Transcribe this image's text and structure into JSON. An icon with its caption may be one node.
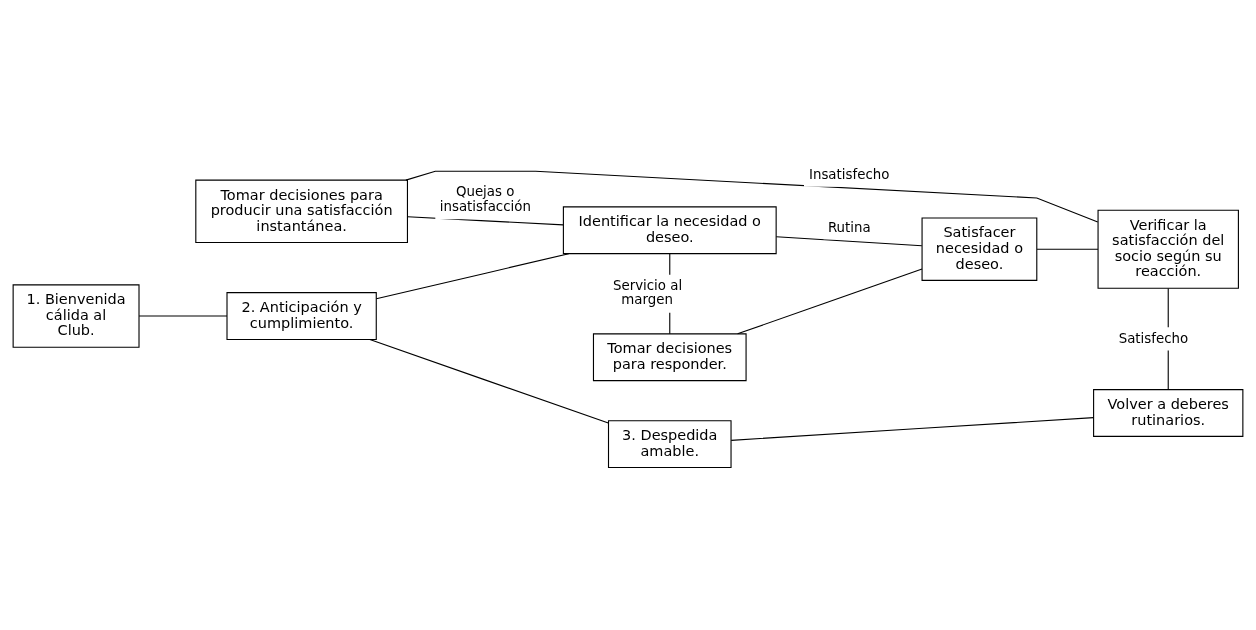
{
  "diagram": {
    "nodes": [
      {
        "text": [
          "1. Bienvenida cálida al Club."
        ]
      },
      {
        "text": [
          "Tomar decisiones para producir una satisfacción instantánea."
        ]
      },
      {
        "text": [
          "2. Anticipación y cumplimiento."
        ]
      },
      {
        "text": [
          "Identificar la necesidad o deseo."
        ]
      },
      {
        "text": [
          "Satisfacer necesidad o deseo."
        ]
      },
      {
        "text": [
          "Verificar la satisfacción del socio según su reacción."
        ]
      },
      {
        "text": [
          "Tomar decisiones para responder."
        ]
      },
      {
        "text": [
          "Volver a deberes rutinarios."
        ]
      },
      {
        "text": [
          "3. Despedida amable."
        ]
      }
    ],
    "edges": [
      {
        "from": 0,
        "to": 2,
        "arrow": "none"
      },
      {
        "from": 2,
        "to": 8,
        "arrow": "none"
      },
      {
        "from": 2,
        "to": 3,
        "arrow": "none"
      },
      {
        "from": 1,
        "to": 3,
        "arrow": "none",
        "label": "Quejas o insatisfacción"
      },
      {
        "from": 3,
        "to": 4,
        "arrow": "none",
        "label": "Rutina"
      },
      {
        "from": 3,
        "to": 6,
        "arrow": "none",
        "label": "Servicio al margen"
      },
      {
        "from": 6,
        "to": 4,
        "arrow": "none"
      },
      {
        "from": 4,
        "to": 5,
        "arrow": "none"
      },
      {
        "from": 5,
        "to": 1,
        "arrow": "none",
        "label": "Insatisfecho"
      },
      {
        "from": 5,
        "to": 7,
        "arrow": "none",
        "label": "Satisfecho"
      },
      {
        "from": 7,
        "to": 8,
        "arrow": "none"
      }
    ]
  }
}
